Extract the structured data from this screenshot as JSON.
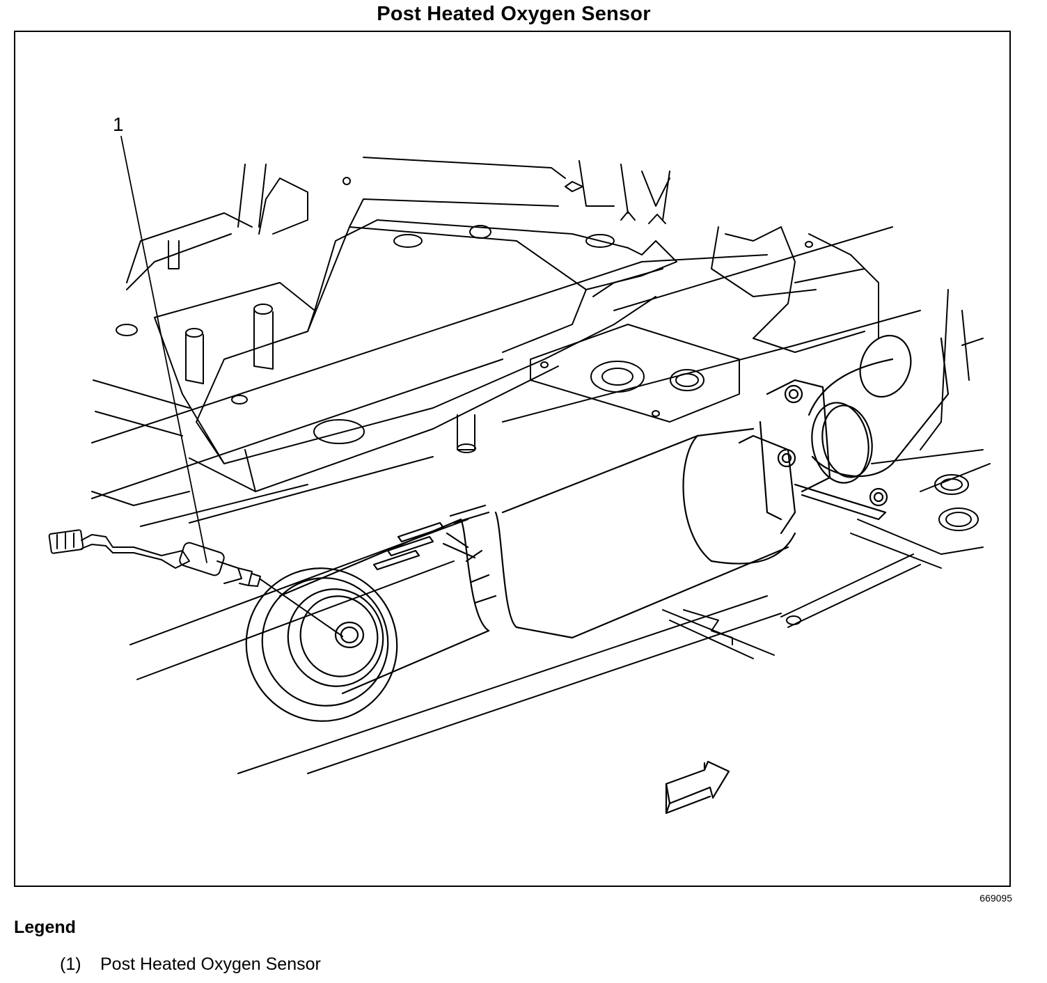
{
  "title": "Post Heated Oxygen Sensor",
  "callouts": [
    {
      "label": "1",
      "target": "Post Heated Oxygen Sensor"
    }
  ],
  "figure_number": "669095",
  "legend": {
    "heading": "Legend",
    "items": [
      {
        "number": "(1)",
        "text": "Post Heated Oxygen Sensor"
      }
    ]
  },
  "colors": {
    "line": "#000000",
    "background": "#ffffff"
  },
  "icons": [
    "forward-direction-arrow-icon"
  ]
}
